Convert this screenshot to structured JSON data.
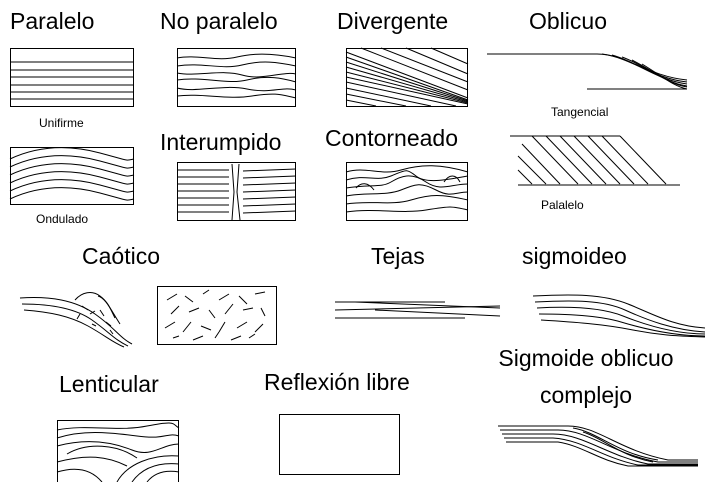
{
  "titles": {
    "paralelo": "Paralelo",
    "no_paralelo": "No paralelo",
    "divergente": "Divergente",
    "oblicuo": "Oblicuo",
    "interumpido": "Interumpido",
    "contorneado": "Contorneado",
    "caotico": "Caótico",
    "tejas": "Tejas",
    "sigmoideo": "sigmoideo",
    "lenticular": "Lenticular",
    "reflexion_libre": "Reflexión libre",
    "sigmoide_line1": "Sigmoide oblicuo",
    "sigmoide_line2": "complejo"
  },
  "captions": {
    "unifirme": "Unifirme",
    "ondulado": "Ondulado",
    "tangencial": "Tangencial",
    "palalelo": "Palalelo"
  }
}
